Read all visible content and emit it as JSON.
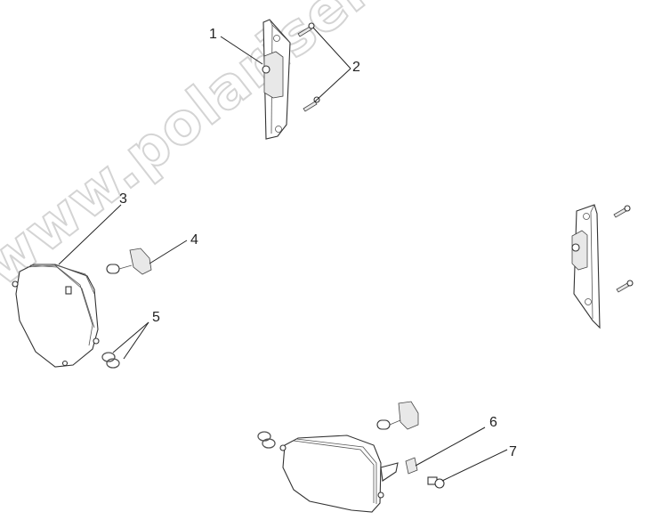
{
  "diagram": {
    "type": "exploded-parts-diagram",
    "subject": "headlamp assembly",
    "watermark": "www.polarisersatzteile.de",
    "callouts": [
      {
        "number": "1",
        "part": "side-marker-lamp"
      },
      {
        "number": "2",
        "part": "screws"
      },
      {
        "number": "3",
        "part": "headlamp-housing-left"
      },
      {
        "number": "4",
        "part": "bulb-with-socket"
      },
      {
        "number": "5",
        "part": "o-rings"
      },
      {
        "number": "6",
        "part": "clip-nut"
      },
      {
        "number": "7",
        "part": "bolt"
      }
    ]
  }
}
